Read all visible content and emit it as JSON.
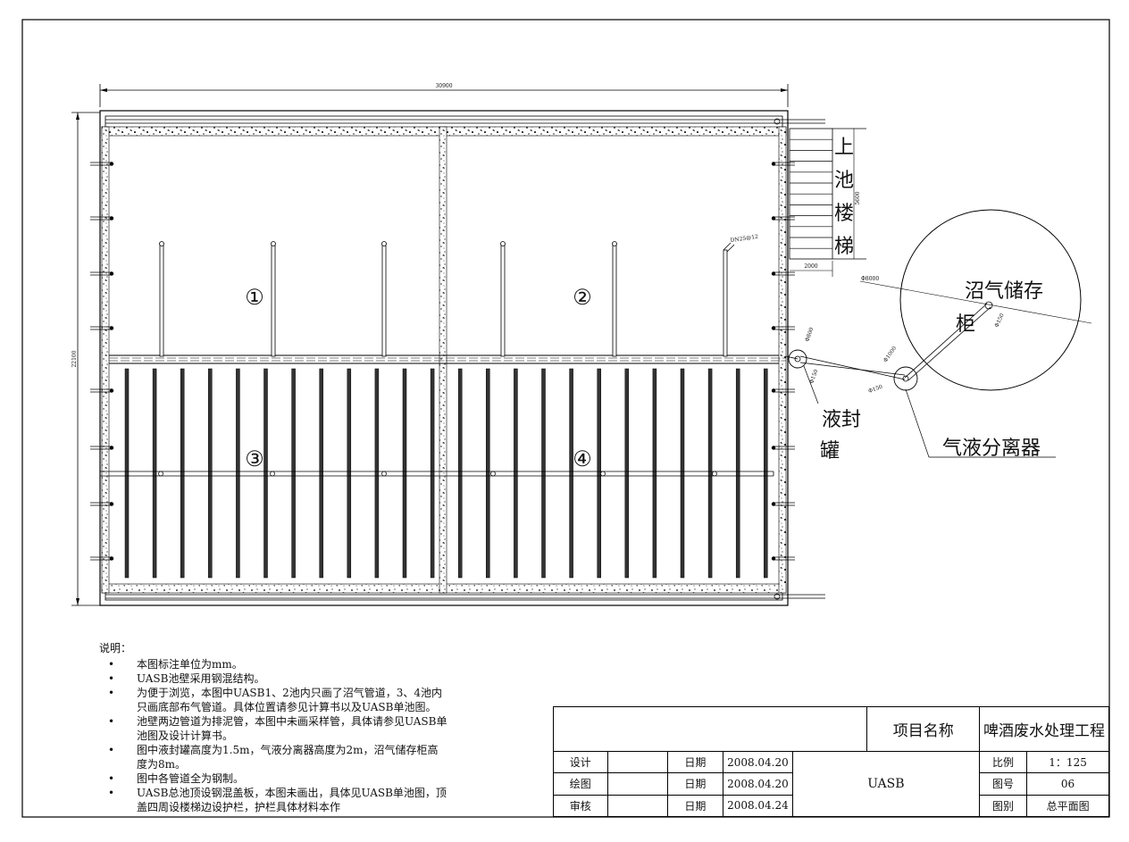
{
  "dimensions": {
    "overall_width": "30900",
    "overall_height": "22100",
    "stair_height": "5600",
    "stair_width": "2000",
    "gas_holder_diameter": "Φ8000",
    "pipe_dn125": "DN25@12",
    "sealtank_d": "Φ800",
    "sealtank_pipe": "Φ150",
    "separator_d": "Φ1000",
    "separator_pipe": "Φ150",
    "holder_pipe": "Φ150"
  },
  "labels": {
    "pool1": "①",
    "pool2": "②",
    "pool3": "③",
    "pool4": "④",
    "stairs": [
      "上",
      "池",
      "楼",
      "梯"
    ],
    "gas_holder_line1": "沼气储存",
    "gas_holder_line2": "柜",
    "seal_tank_line1": "液封",
    "seal_tank_line2": "罐",
    "separator": "气液分离器"
  },
  "notes": {
    "heading": "说明：",
    "items": [
      "本图标注单位为mm。",
      "UASB池壁采用钢混结构。",
      "为便于浏览，本图中UASB1、2池内只画了沼气管道，3、4池内只画底部布气管道。具体位置请参见计算书以及UASB单池图。",
      "池壁两边管道为排泥管，本图中未画采样管，具体请参见UASB单池图及设计计算书。",
      "图中液封罐高度为1.5m，气液分离器高度为2m，沼气储存柜高度为8m。",
      "图中各管道全为钢制。",
      "UASB总池顶设钢混盖板，本图未画出，具体见UASB单池图，顶盖四周设楼梯边设护栏，护栏具体材料本作"
    ]
  },
  "title_block": {
    "project_label": "项目名称",
    "project_name": "啤酒废水处理工程",
    "drawing_name": "UASB",
    "rows": [
      {
        "role": "设计",
        "name": "",
        "date_label": "日期",
        "date": "2008.04.20",
        "key": "比例",
        "value": "1：125"
      },
      {
        "role": "绘图",
        "name": "",
        "date_label": "日期",
        "date": "2008.04.20",
        "key": "图号",
        "value": "06"
      },
      {
        "role": "审核",
        "name": "",
        "date_label": "日期",
        "date": "2008.04.24",
        "key": "图别",
        "value": "总平面图"
      }
    ]
  }
}
